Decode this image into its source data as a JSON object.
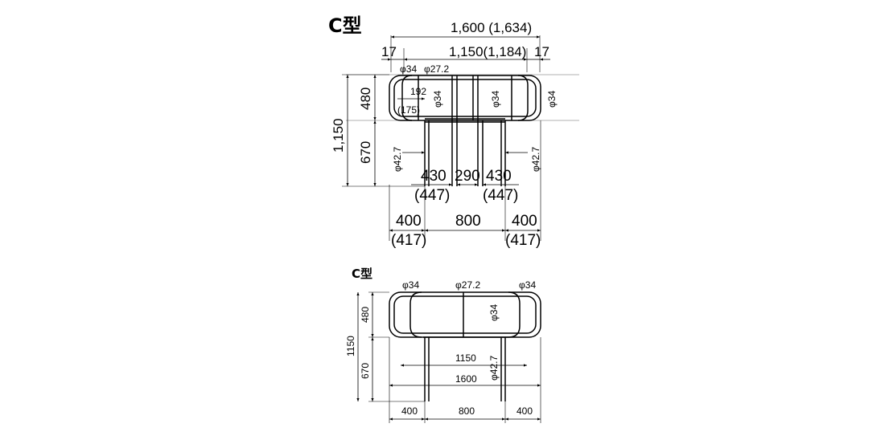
{
  "top": {
    "title": "C型",
    "dim_total_width": "1,600 (1,634)",
    "dim_inner_width": "1,150(1,184)",
    "dim_left_offset": "17",
    "dim_right_offset": "17",
    "label_phi34_left": "φ34",
    "label_phi272": "φ27.2",
    "label_phi34_mid_left": "φ34",
    "label_phi34_mid_right": "φ34",
    "label_phi34_right": "φ34",
    "dim_192": "192",
    "dim_175": "(175)",
    "dim_upper_height": "480",
    "dim_total_height": "1,150",
    "dim_lower_height": "670",
    "label_phi427_left": "φ42.7",
    "label_phi427_right": "φ42.7",
    "dim_430_left": "430",
    "dim_290": "290",
    "dim_430_right": "430",
    "dim_447_left": "(447)",
    "dim_447_right": "(447)",
    "dim_400_left": "400",
    "dim_800": "800",
    "dim_400_right": "400",
    "dim_417_left": "(417)",
    "dim_417_right": "(417)"
  },
  "bottom": {
    "title": "C型",
    "label_phi34_left": "φ34",
    "label_phi272": "φ27.2",
    "label_phi34_right": "φ34",
    "label_phi34_mid": "φ34",
    "dim_upper_height": "480",
    "dim_total_height": "1150",
    "dim_lower_height": "670",
    "dim_1150": "1150",
    "dim_1600": "1600",
    "label_phi427": "φ42.7",
    "dim_400_left": "400",
    "dim_800": "800",
    "dim_400_right": "400"
  }
}
